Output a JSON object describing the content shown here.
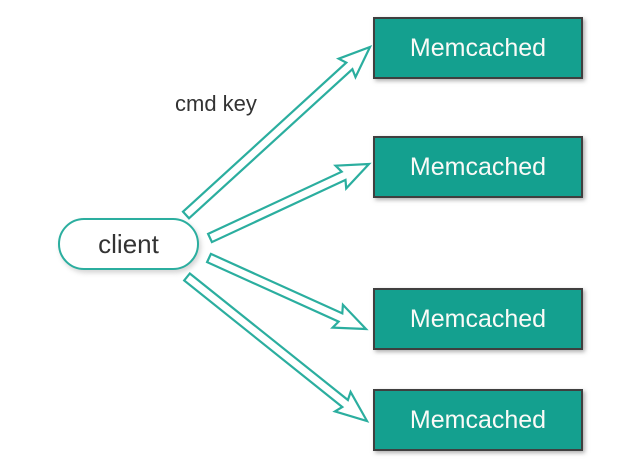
{
  "diagram": {
    "client": {
      "label": "client"
    },
    "arrow_label": "cmd key",
    "servers": [
      {
        "label": "Memcached"
      },
      {
        "label": "Memcached"
      },
      {
        "label": "Memcached"
      },
      {
        "label": "Memcached"
      }
    ],
    "colors": {
      "teal_fill": "#14A08F",
      "teal_stroke": "#2BAE9F",
      "box_border": "#3F3F3F",
      "text_dark": "#333333",
      "text_light": "#FAFAF7",
      "background": "#FFFFFF"
    }
  }
}
